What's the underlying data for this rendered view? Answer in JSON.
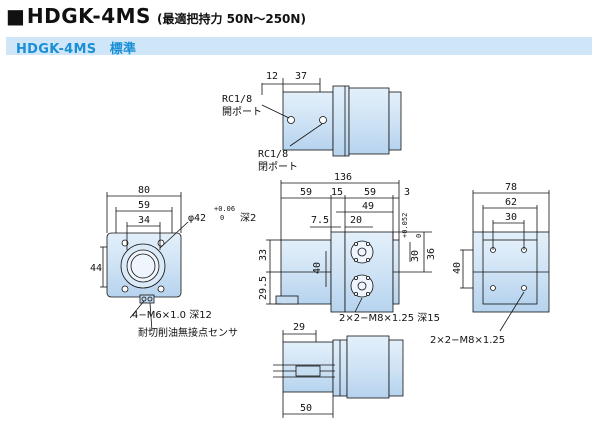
{
  "header": {
    "square": "■",
    "model": "HDGK-4MS",
    "subtitle": "(最適把持力 50N～250N)"
  },
  "band": {
    "label": "HDGK-4MS　標準"
  },
  "labels": {
    "top_dim_12": "12",
    "top_dim_37": "37",
    "rc1": "RC1/8",
    "port_open": "開ポート",
    "rc2": "RC1/8",
    "port_close": "閉ポート",
    "left_80": "80",
    "left_59": "59",
    "left_34": "34",
    "left_44": "44",
    "phi42": "φ42",
    "tol_hi": "+0.06",
    "tol_lo": "0",
    "depth2": "深2",
    "m6": "4−M6×1.0 深12",
    "nozzle": "耐切削油無接点センサ",
    "mid_136": "136",
    "mid_59a": "59",
    "mid_15": "15",
    "mid_59b": "59",
    "mid_3": "3",
    "mid_49": "49",
    "mid_7_5": "7.5",
    "mid_20": "20",
    "mid_tol": "+0.052",
    "mid_tol0": "0",
    "mid_30": "30",
    "mid_36": "36",
    "mid_33": "33",
    "mid_40": "40",
    "mid_29_5": "29.5",
    "m8_a": "2×2−M8×1.25 深15",
    "right_78": "78",
    "right_62": "62",
    "right_30": "30",
    "right_40": "40",
    "m8_b": "2×2−M8×1.25",
    "bot_29": "29",
    "bot_50": "50"
  }
}
